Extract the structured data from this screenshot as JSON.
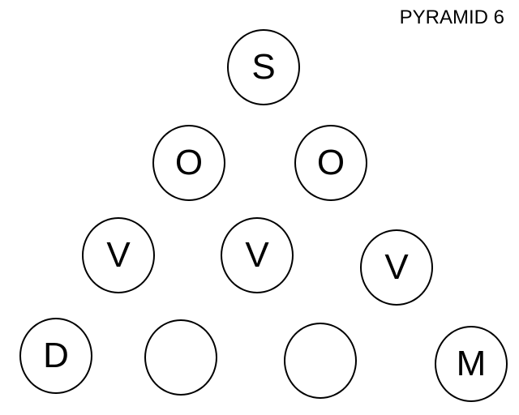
{
  "title": "PYRAMID 6",
  "pyramid": {
    "rows": [
      [
        "S"
      ],
      [
        "O",
        "O"
      ],
      [
        "V",
        "V",
        "V"
      ],
      [
        "D",
        "",
        "",
        "M"
      ]
    ]
  }
}
